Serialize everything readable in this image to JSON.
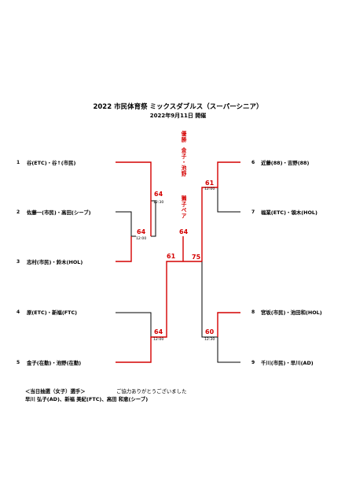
{
  "title": "2022  市民体育祭  ミックスダブルス（スーパーシニア）",
  "date": "2022年9月11日  開催",
  "champion": {
    "label": "優勝",
    "names": "金子・池野",
    "pair": "獺子ペア",
    "final_score": "64"
  },
  "left_entries": [
    {
      "seed": "1",
      "name": "谷(ETC)・谷↑(市民)"
    },
    {
      "seed": "2",
      "name": "佐藤一(市民)・高田(シーブ)"
    },
    {
      "seed": "3",
      "name": "志村(市民)・鈴木(HOL)"
    },
    {
      "seed": "4",
      "name": "原(ETC)・新福(FTC)"
    },
    {
      "seed": "5",
      "name": "金子(在勤)・池野(在勤)"
    }
  ],
  "right_entries": [
    {
      "seed": "6",
      "name": "近藤(88)・吉野(88)"
    },
    {
      "seed": "7",
      "name": "福業(ETC)・領木(HOL)"
    },
    {
      "seed": "8",
      "name": "宮坂(市民)・池田和(HOL)"
    },
    {
      "seed": "9",
      "name": "千川(市民)・早川(AD)"
    }
  ],
  "matches": {
    "l_top": {
      "score": "64",
      "time": "12:30"
    },
    "l_23": {
      "score": "64",
      "time": "12:00"
    },
    "l_semi": {
      "score": "61"
    },
    "l_45": {
      "score": "64",
      "time": "12:00"
    },
    "final": {
      "score": "75"
    },
    "r_67": {
      "score": "61",
      "time": "12:00"
    },
    "r_89": {
      "score": "60",
      "time": "12:30"
    }
  },
  "footer": {
    "heading": "＜当日抽選（女子）選手＞",
    "thanks": "ご協力ありがとうございました",
    "players": "早川  弘子(AD)、新福  美紀(FTC)、高田  和恵(シーブ)"
  }
}
